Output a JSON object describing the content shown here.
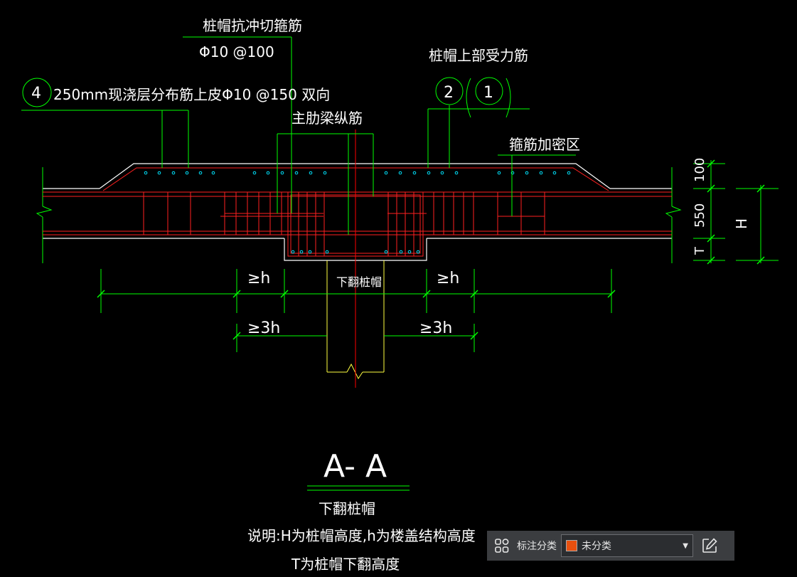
{
  "drawing": {
    "annotations": {
      "punch_stirrup_title": "桩帽抗冲切箍筋",
      "punch_stirrup_spec": "Φ10 @100",
      "callout_4_num": "4",
      "callout_4_text": "250mm现浇层分布筋上皮Φ10 @150 双向",
      "top_rebar_title": "桩帽上部受力筋",
      "callout_2_num": "2",
      "callout_1_num": "1",
      "main_beam_rebar": "主肋梁纵筋",
      "stirrup_dense_zone": "箍筋加密区",
      "column_cap_label": "下翻桩帽"
    },
    "dimensions": {
      "slab_100": "100",
      "beam_550": "550",
      "drop_T": "T",
      "total_H": "H",
      "ge_h_left": "≥h",
      "ge_h_right": "≥h",
      "ge_3h_left": "≥3h",
      "ge_3h_right": "≥3h"
    },
    "section": {
      "title": "A- A",
      "subtitle": "下翻桩帽",
      "note_line1": "说明:H为桩帽高度,h为楼盖结构高度",
      "note_line2": "T为桩帽下翻高度"
    }
  },
  "toolbar": {
    "label": "标注分类",
    "selected_value": "未分类",
    "swatch_color": "#e8500f",
    "grid_icon": "grid-apps-icon",
    "edit_icon": "edit-icon"
  },
  "colors": {
    "concrete": "#ffffff",
    "rebar": "#ff2020",
    "leader": "#00ff00",
    "axis": "#ff0000",
    "column": "#ffff40",
    "dots": "#00e5ff"
  }
}
